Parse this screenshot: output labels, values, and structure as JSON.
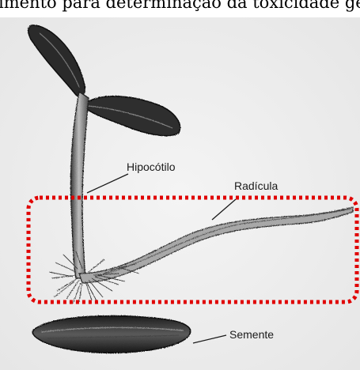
{
  "caption": "imento para determinação da toxicidade ge",
  "labels": {
    "hipocotilo": "Hipocótilo",
    "radicula": "Radícula",
    "semente": "Semente"
  },
  "highlight": {
    "color": "#e00000",
    "style": "dotted rounded rectangle"
  },
  "illustration": {
    "type": "pencil sketch of a germinating seedling"
  }
}
